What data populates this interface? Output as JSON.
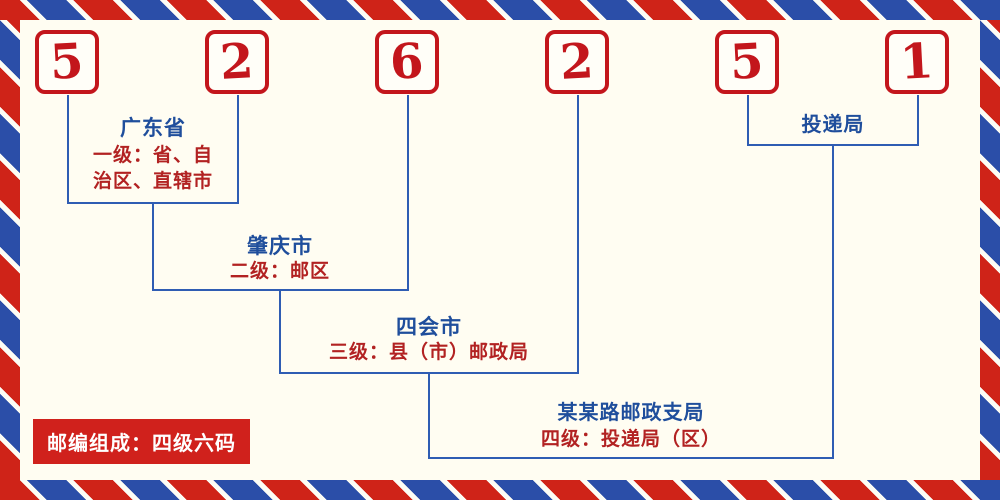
{
  "postal_code": {
    "digits": [
      "5",
      "2",
      "6",
      "2",
      "5",
      "1"
    ],
    "full": "526251"
  },
  "levels": [
    {
      "name": "广东省",
      "desc": "一级：省、自\n治区、直辖市"
    },
    {
      "name": "肇庆市",
      "desc": "二级：邮区"
    },
    {
      "name": "四会市",
      "desc": "三级：县（市）邮政局"
    },
    {
      "name": "某某路邮政支局",
      "desc": "四级：投递局（区）"
    },
    {
      "name": "投递局",
      "desc": ""
    }
  ],
  "badge": {
    "text": "邮编组成：四级六码"
  },
  "colors": {
    "digit_red": "#c3161c",
    "label_blue": "#1f4e9c",
    "desc_red": "#b22222",
    "line_blue": "#2f5db3",
    "stripe_red": "#cf2318",
    "stripe_blue": "#2b4ea8",
    "badge_red": "#d0211c",
    "background": "#fffdf2"
  }
}
